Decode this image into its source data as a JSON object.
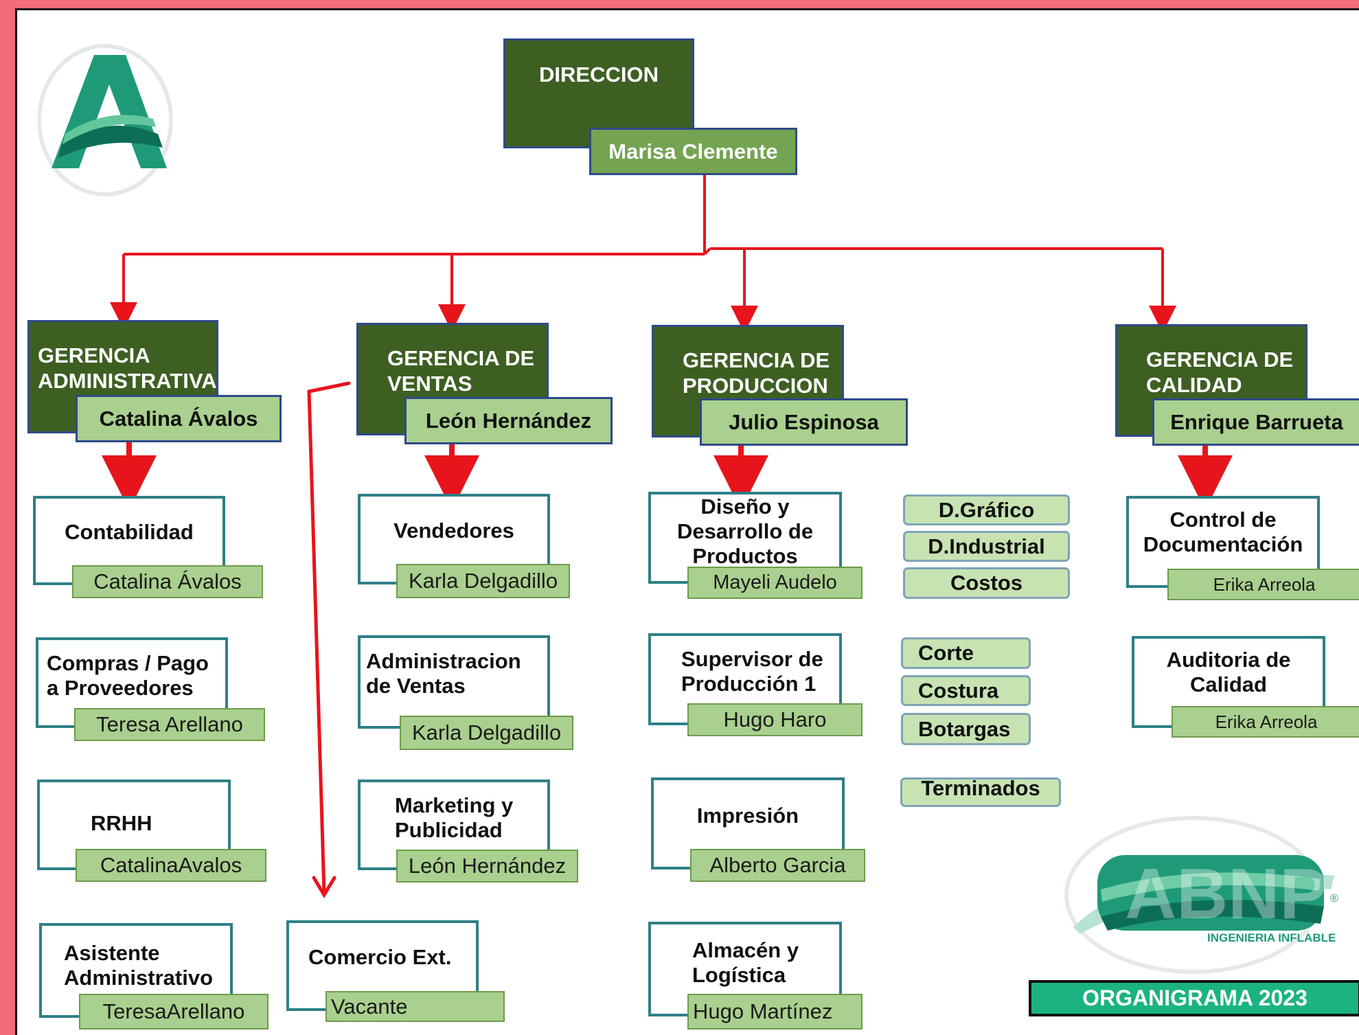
{
  "colors": {
    "frame": "#f26d79",
    "dark_green": "#3d5f22",
    "mid_green": "#74a451",
    "light_green": "#a9d08e",
    "connector_red": "#e8141c",
    "teal": "#2f7f86"
  },
  "direccion": {
    "title": "DIRECCION",
    "name": "Marisa Clemente"
  },
  "gerencias": [
    {
      "title_lines": [
        "GERENCIA",
        "ADMINISTRATIVA"
      ],
      "manager": "Catalina Ávalos"
    },
    {
      "title_lines": [
        "GERENCIA DE",
        "VENTAS"
      ],
      "manager": "León Hernández"
    },
    {
      "title_lines": [
        "GERENCIA DE",
        "PRODUCCION"
      ],
      "manager": "Julio Espinosa"
    },
    {
      "title_lines": [
        "GERENCIA DE",
        "CALIDAD"
      ],
      "manager": "Enrique Barrueta"
    }
  ],
  "admin_units": [
    {
      "label": "Contabilidad",
      "person": "Catalina Ávalos"
    },
    {
      "label": "Compras / Pago a Proveedores",
      "person": "Teresa Arellano"
    },
    {
      "label": "RRHH",
      "person": "CatalinaAvalos"
    },
    {
      "label": "Asistente Administrativo",
      "person": "TeresaArellano"
    }
  ],
  "ventas_units": [
    {
      "label": "Vendedores",
      "person": "Karla Delgadillo"
    },
    {
      "label": "Administracion de Ventas",
      "person": "Karla Delgadillo"
    },
    {
      "label": "Marketing y Publicidad",
      "person": "León Hernández"
    },
    {
      "label": "Comercio Ext.",
      "person": "Vacante"
    }
  ],
  "produccion_units": [
    {
      "label": "Diseño y Desarrollo de Productos",
      "person": "Mayeli Audelo"
    },
    {
      "label": "Supervisor  de Producción 1",
      "person": "Hugo Haro"
    },
    {
      "label": "Impresión",
      "person": "Alberto Garcia"
    },
    {
      "label": "Almacén y Logística",
      "person": "Hugo Martínez"
    }
  ],
  "produccion_areas_1": [
    "D.Gráfico",
    "D.Industrial",
    "Costos"
  ],
  "produccion_areas_2": [
    "Corte",
    "Costura",
    "Botargas",
    "Terminados"
  ],
  "calidad_units": [
    {
      "label": "Control de Documentación",
      "person": "Erika Arreola"
    },
    {
      "label": "Auditoria de Calidad",
      "person": "Erika Arreola"
    }
  ],
  "logo": {
    "letters": "ABNP",
    "registered": "®",
    "tagline": "INGENIERIA INFLABLE",
    "icon": "a-monogram-logo"
  },
  "footer_banner": "ORGANIGRAMA 2023"
}
